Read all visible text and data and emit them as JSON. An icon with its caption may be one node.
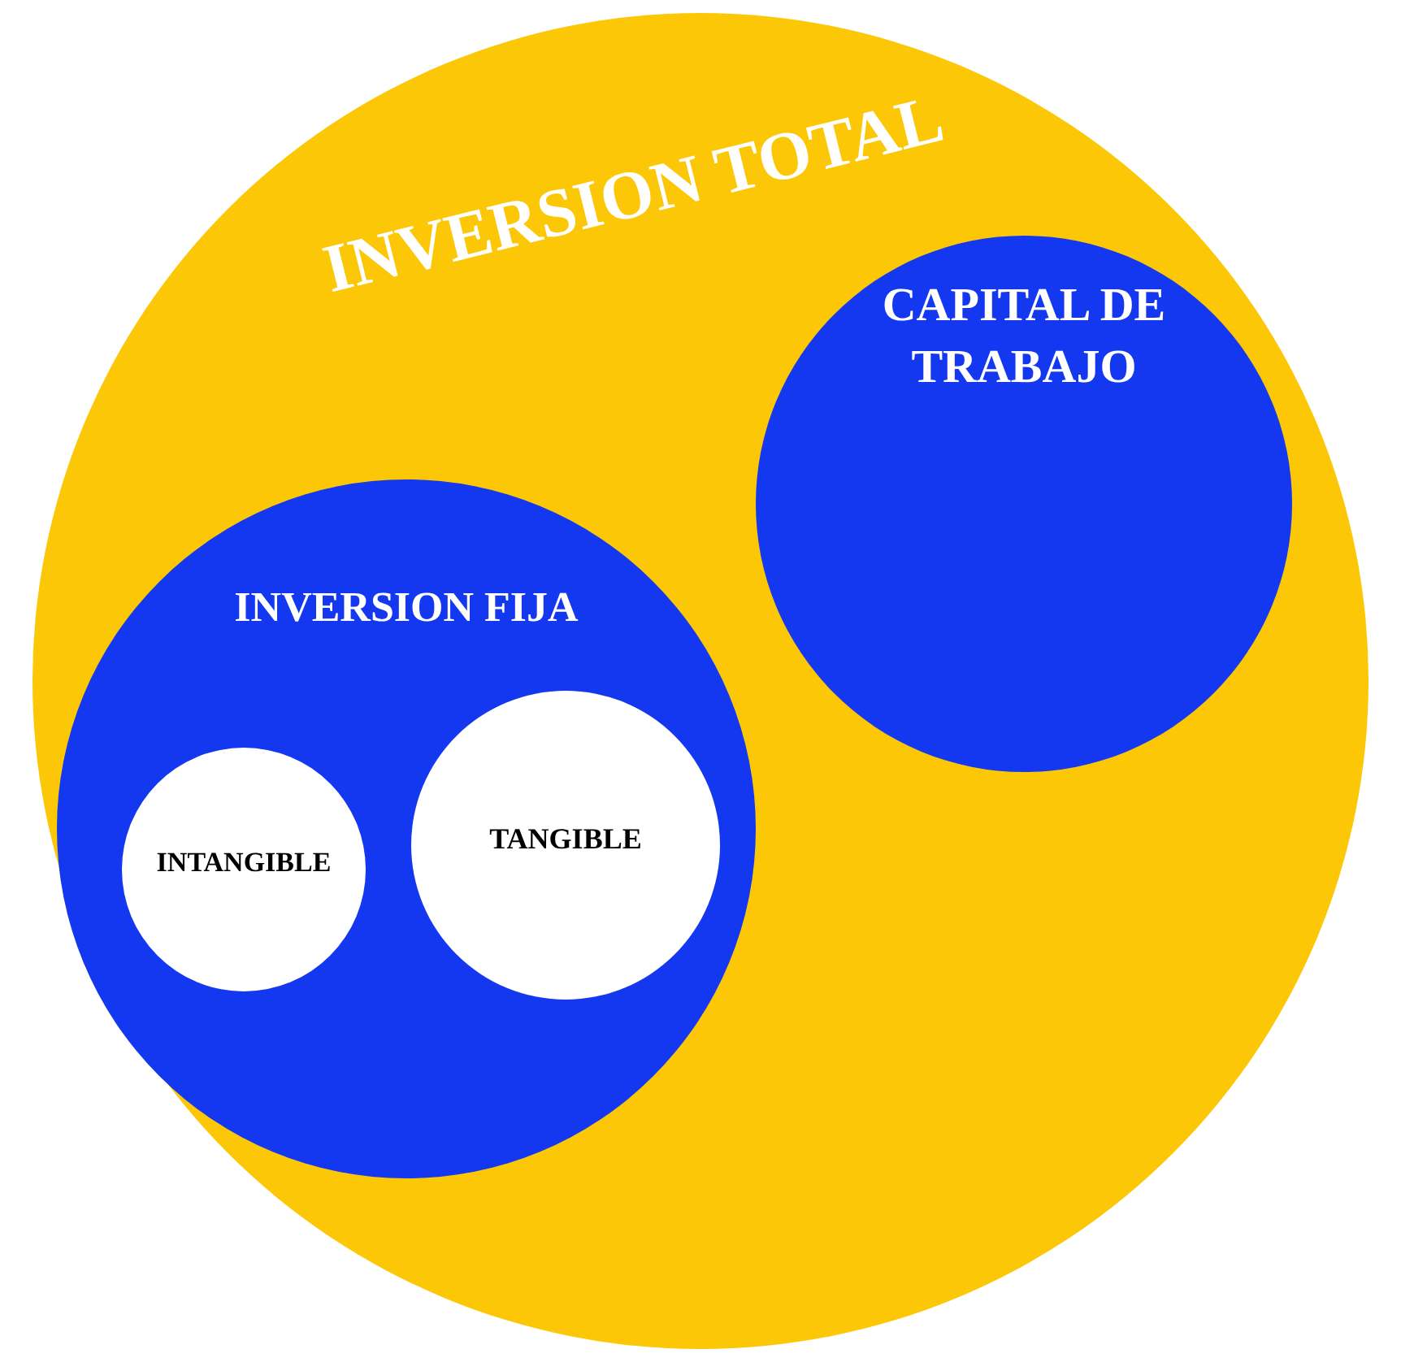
{
  "diagram": {
    "nodes": [
      {
        "text": [
          "INVERSION TOTAL"
        ]
      },
      {
        "text": [
          "CAPITAL DE TRABAJO"
        ],
        "in": 0
      },
      {
        "text": [
          "INVERSION FIJA"
        ],
        "in": 0
      },
      {
        "text": [
          "INTANGIBLE"
        ],
        "in": 2
      },
      {
        "text": [
          "TANGIBLE"
        ],
        "in": 2
      }
    ]
  }
}
